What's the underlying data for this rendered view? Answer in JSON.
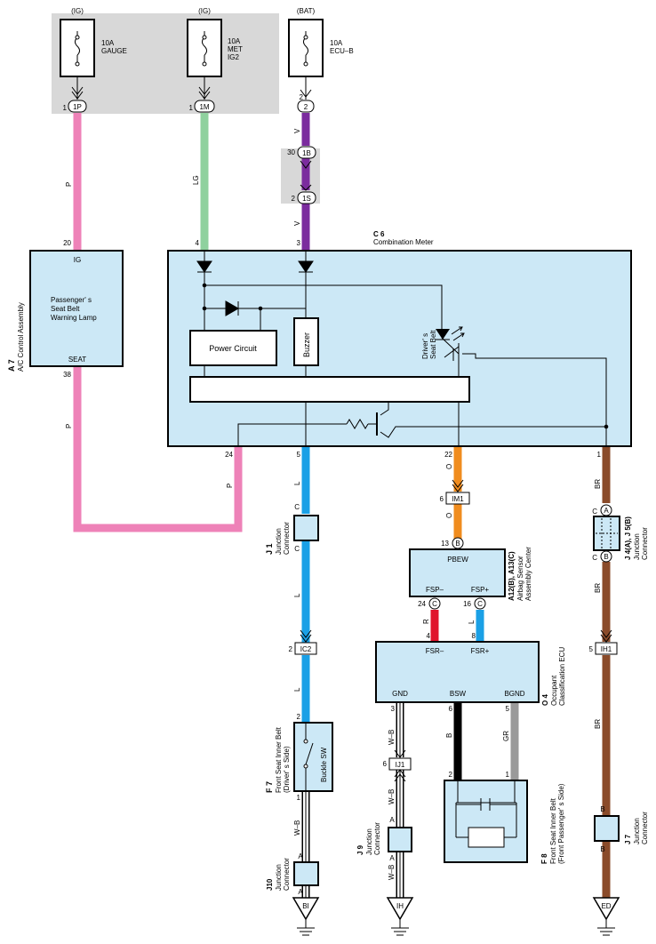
{
  "power_sources": [
    {
      "label": "(IG)",
      "fuse_rating": "10A",
      "fuse_name": [
        "GAUGE"
      ],
      "pin": "1",
      "connector": "1P"
    },
    {
      "label": "(IG)",
      "fuse_rating": "10A",
      "fuse_name": [
        "MET",
        "IG2"
      ],
      "pin": "1",
      "connector": "1M"
    },
    {
      "label": "(BAT)",
      "fuse_rating": "10A",
      "fuse_name": [
        "ECU–B"
      ],
      "pin": "2",
      "connector": "2"
    }
  ],
  "intermediate_connectors": {
    "c1B": {
      "pin": "30",
      "id": "1B"
    },
    "c1S": {
      "pin": "2",
      "id": "1S"
    },
    "IM1": {
      "pin": "6",
      "id": "IM1"
    },
    "IC2": {
      "pin": "2",
      "id": "IC2"
    },
    "IJ1": {
      "pin": "6",
      "id": "IJ1"
    },
    "IH1": {
      "pin": "5",
      "id": "IH1"
    }
  },
  "wire_colors": {
    "gauge": "P",
    "met": "LG",
    "ecub_top": "V",
    "ecub_mid": "V",
    "seat_out": "P",
    "c6_24": "P",
    "c6_5": "L",
    "j1_out": "L",
    "ic2_out": "L",
    "c6_22": "O",
    "im1_out": "O",
    "fsp_minus": "R",
    "fsp_plus": "L",
    "c6_1": "BR",
    "j4_out": "BR",
    "ih1_out": "BR",
    "gnd": "W–B",
    "bsw": "B",
    "bgnd": "GR",
    "ij1_out": "W–B",
    "j9_out": "W–B",
    "f7_out": "W–B"
  },
  "hex_colors": {
    "pink": "#ee82b8",
    "light_green": "#8fd19e",
    "violet": "#7b2c9e",
    "blue": "#1aa0e6",
    "orange": "#f08c1e",
    "red": "#e0142c",
    "brown": "#8a4b2a",
    "gray": "#9a9a9a",
    "panel_fill": "#cce8f6",
    "source_panel": "#d8d8d8"
  },
  "a7": {
    "ref": "A 7",
    "name": "A/C Control Assembly",
    "pin_ig": "20",
    "label_ig": "IG",
    "pin_seat": "38",
    "label_seat": "SEAT",
    "lamp_text": [
      "Passenger' s",
      "Seat Belt",
      "Warning Lamp"
    ]
  },
  "c6": {
    "ref": "C 6",
    "name": "Combination Meter",
    "pin_ig1": "4",
    "pin_bat": "3",
    "pin_24": "24",
    "pin_5": "5",
    "pin_22": "22",
    "pin_1": "1",
    "power_circuit": "Power Circuit",
    "buzzer": "Buzzer",
    "drivers_lamp": [
      "Driver' s",
      "Seat Belt"
    ]
  },
  "j1": {
    "ref": "J 1",
    "name": [
      "Junction",
      "Connector"
    ],
    "pin_in": "C",
    "pin_out": "C"
  },
  "a12": {
    "ref": "A12(B), A13(C)",
    "name": [
      "Airbag Sensor",
      "Assembly Center"
    ],
    "pin_pbew": "13",
    "conn_pbew": "B",
    "label_pbew": "PBEW",
    "label_fsp_minus": "FSP–",
    "label_fsp_plus": "FSP+",
    "pin_fsp_minus": "24",
    "conn_fsp_minus": "C",
    "pin_fsp_plus": "16",
    "conn_fsp_plus": "C"
  },
  "j4": {
    "ref": "J 4(A), J 5(B)",
    "name": [
      "Junction",
      "Connector"
    ],
    "pin_top": "C",
    "conn_top": "A",
    "pin_bot": "C",
    "conn_bot": "B"
  },
  "o4": {
    "ref": "O 4",
    "name": [
      "Occupant",
      "Classification ECU"
    ],
    "pin_fsr_minus": "4",
    "pin_fsr_plus": "8",
    "label_fsr_minus": "FSR–",
    "label_fsr_plus": "FSR+",
    "label_gnd": "GND",
    "label_bsw": "BSW",
    "label_bgnd": "BGND",
    "pin_gnd": "3",
    "pin_bsw": "6",
    "pin_bgnd": "5"
  },
  "f7": {
    "ref": "F 7",
    "name": [
      "Front Seat Inner Belt",
      "(Driver' s Side)"
    ],
    "switch": "Buckle SW",
    "pin_top": "2",
    "pin_bot": "1"
  },
  "f8": {
    "ref": "F 8",
    "name": [
      "Front Seat Inner Belt",
      "(Front Passenger' s Side)"
    ],
    "pin_2": "2",
    "pin_1": "1"
  },
  "j7": {
    "ref": "J 7",
    "name": [
      "Junction",
      "Connector"
    ],
    "pin_top": "B",
    "pin_bot": "B"
  },
  "j9": {
    "ref": "J 9",
    "name": [
      "Junction",
      "Connector"
    ],
    "pin_top": "A",
    "pin_bot": "A"
  },
  "j10": {
    "ref": "J10",
    "name": [
      "Junction",
      "Connector"
    ],
    "pin_top": "A",
    "pin_bot": "A"
  },
  "grounds": [
    {
      "label": "BI"
    },
    {
      "label": "IH"
    },
    {
      "label": "ED"
    }
  ]
}
